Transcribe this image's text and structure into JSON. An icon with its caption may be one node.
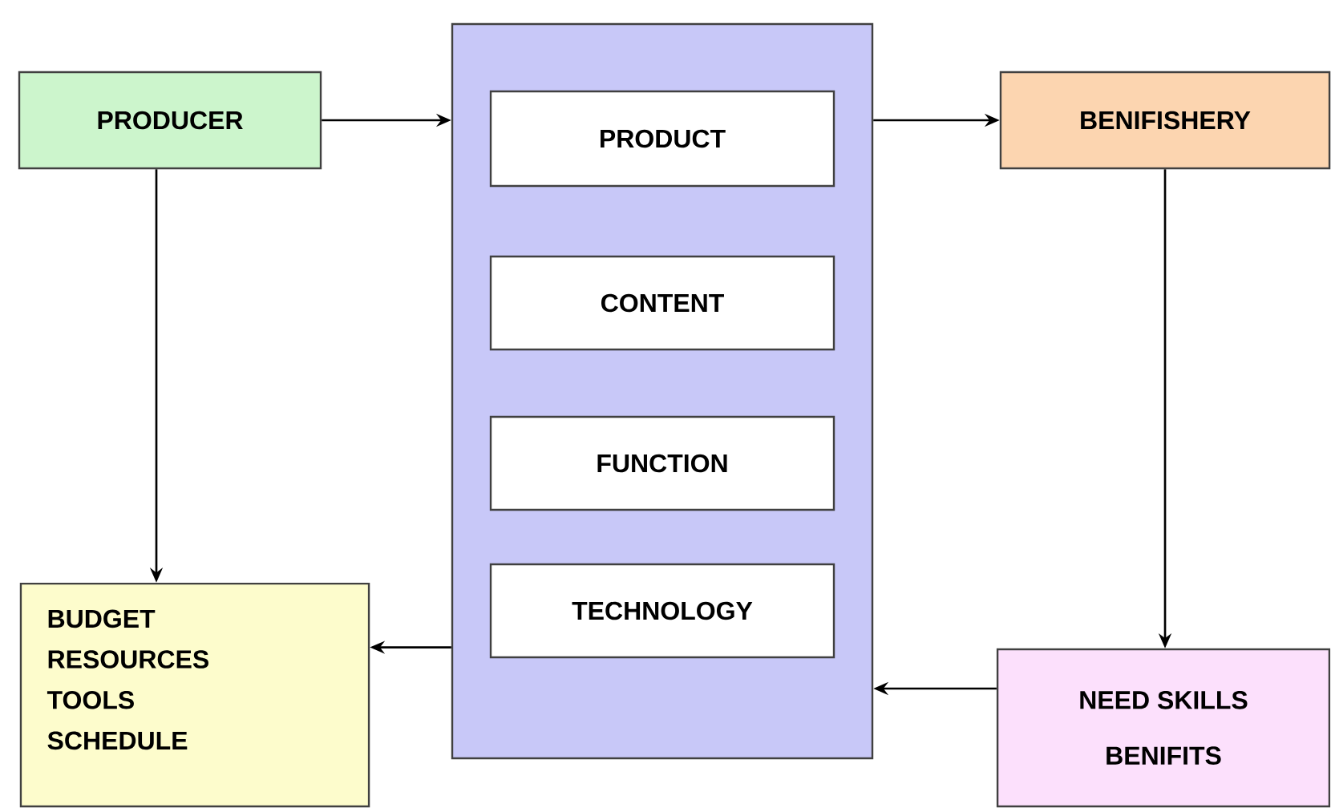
{
  "diagram": {
    "nodes": [
      {
        "text": [
          "PRODUCER"
        ]
      },
      {
        "text": [],
        "shape": "box"
      },
      {
        "text": [
          "PRODUCT"
        ],
        "in": 1
      },
      {
        "text": [
          "CONTENT"
        ],
        "in": 1
      },
      {
        "text": [
          "FUNCTION"
        ],
        "in": 1
      },
      {
        "text": [
          "TECHNOLOGY"
        ],
        "in": 1
      },
      {
        "text": [
          "BENIFISHERY"
        ]
      },
      {
        "text": [
          "BUDGET",
          "RESOURCES",
          "TOOLS",
          "SCHEDULE"
        ]
      },
      {
        "text": [
          "NEED SKILLS",
          "BENIFITS"
        ]
      }
    ],
    "edges": [
      {
        "from": 0,
        "to": 1,
        "arrow": "to"
      },
      {
        "from": 1,
        "to": 6,
        "arrow": "to"
      },
      {
        "from": 0,
        "to": 7,
        "arrow": "to"
      },
      {
        "from": 6,
        "to": 8,
        "arrow": "to"
      },
      {
        "from": 8,
        "to": 1,
        "arrow": "to"
      },
      {
        "from": 1,
        "to": 7,
        "arrow": "to"
      }
    ]
  }
}
